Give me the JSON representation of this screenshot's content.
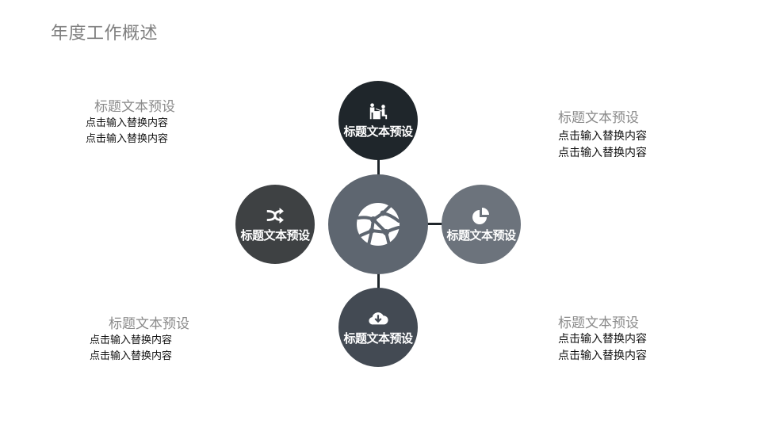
{
  "slide": {
    "title": "年度工作概述"
  },
  "diagram": {
    "center": {
      "icon": "globe-network-icon",
      "color": "#5e6670"
    },
    "nodes": [
      {
        "position": "top",
        "label": "标题文本预设",
        "icon": "meeting-icon",
        "color": "#1f262b"
      },
      {
        "position": "left",
        "label": "标题文本预设",
        "icon": "shuffle-icon",
        "color": "#3e4143"
      },
      {
        "position": "right",
        "label": "标题文本预设",
        "icon": "pie-chart-icon",
        "color": "#6c737c"
      },
      {
        "position": "bottom",
        "label": "标题文本预设",
        "icon": "cloud-download-icon",
        "color": "#434a53"
      }
    ],
    "connector_color": "#1f262b"
  },
  "text_blocks": [
    {
      "position": "top-left",
      "title": "标题文本预设",
      "lines": [
        "点击输入替换内容",
        "点击输入替换内容"
      ]
    },
    {
      "position": "top-right",
      "title": "标题文本预设",
      "lines": [
        "点击输入替换内容",
        "点击输入替换内容"
      ]
    },
    {
      "position": "bottom-left",
      "title": "标题文本预设",
      "lines": [
        "点击输入替换内容",
        "点击输入替换内容"
      ]
    },
    {
      "position": "bottom-right",
      "title": "标题文本预设",
      "lines": [
        "点击输入替换内容",
        "点击输入替换内容"
      ]
    }
  ]
}
